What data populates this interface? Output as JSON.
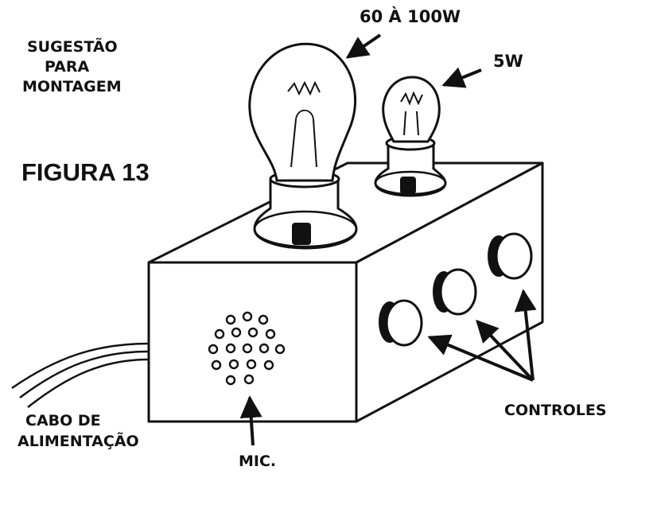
{
  "labels": {
    "suggestion_line1": "SUGESTÃO",
    "suggestion_line2": "PARA",
    "suggestion_line3": "MONTAGEM",
    "figure_title": "FIGURA 13",
    "big_lamp": "60 À 100W",
    "small_lamp": "5W",
    "controls": "CONTROLES",
    "mic": "MIC.",
    "cable_line1": "CABO DE",
    "cable_line2": "ALIMENTAÇÃO"
  },
  "colors": {
    "ink": "#111111",
    "paper": "#ffffff",
    "lamp_socket": "#bbbbbb"
  },
  "icons": {
    "big_bulb": "incandescent-bulb-icon",
    "small_bulb": "incandescent-bulb-icon",
    "knob": "rotary-knob-icon",
    "microphone_grille": "microphone-grille-icon"
  }
}
